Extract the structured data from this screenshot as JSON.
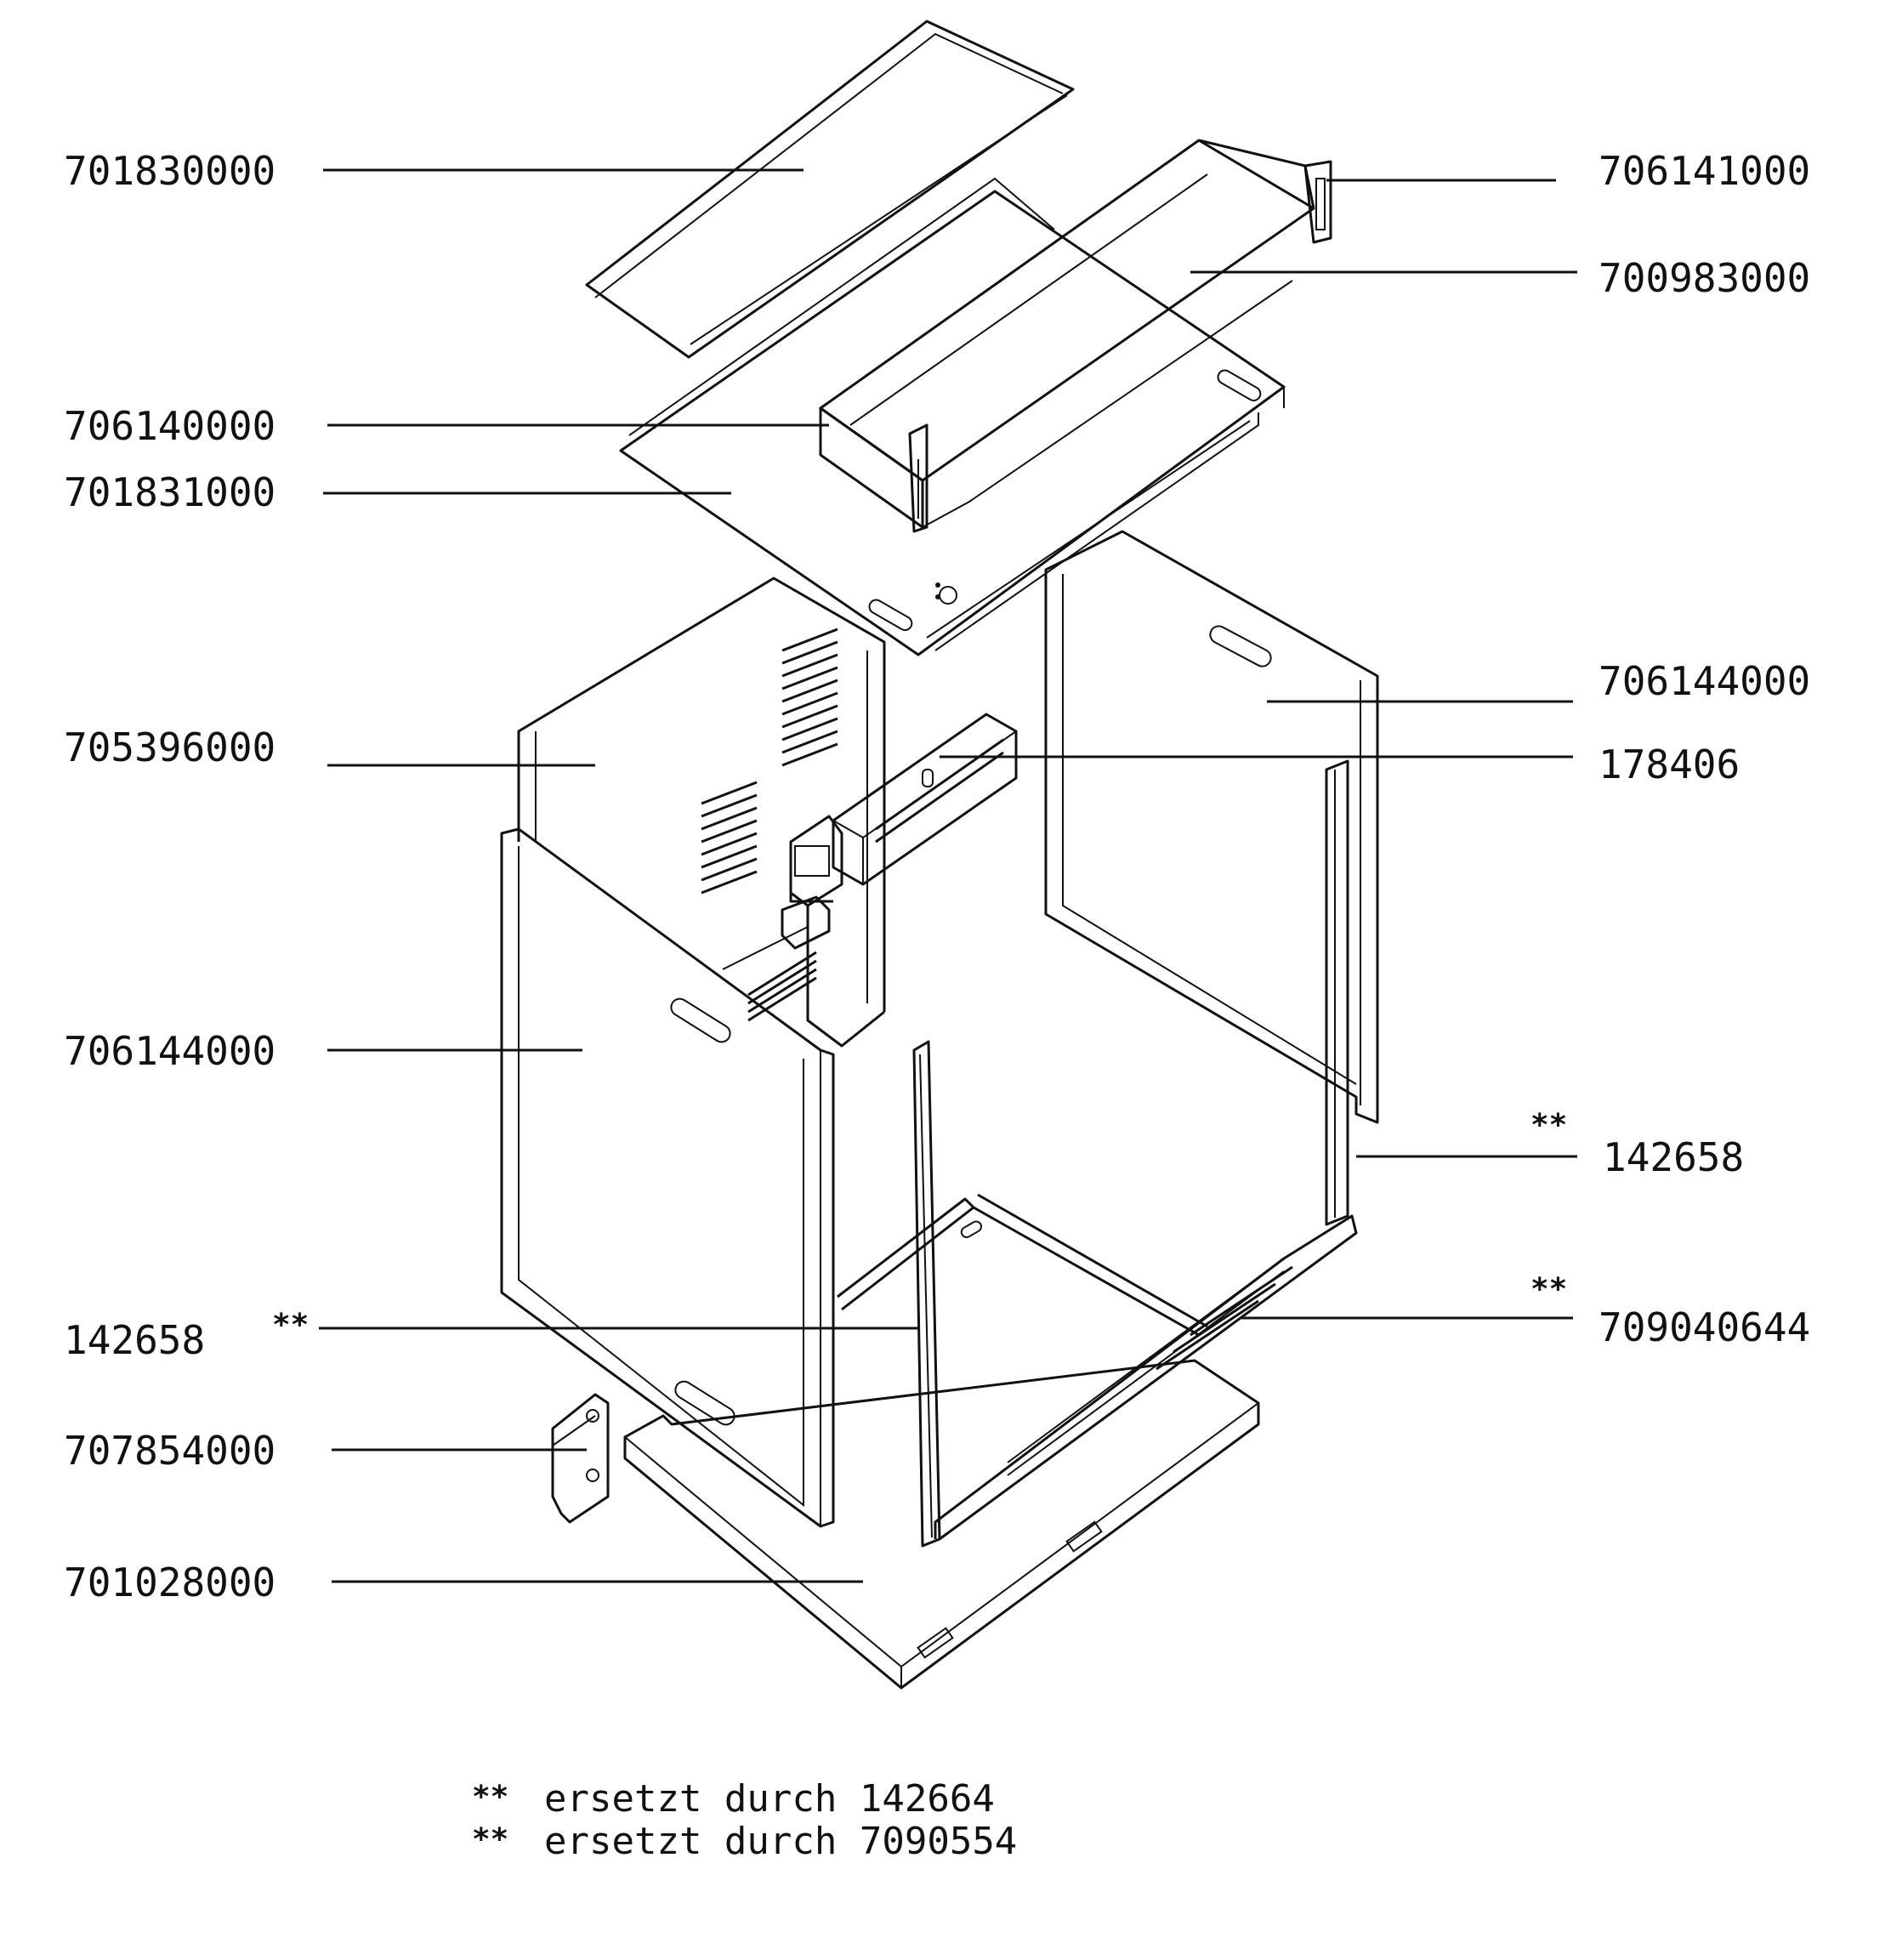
{
  "labels": {
    "top_cover": "701830000",
    "top_tray": "706141000",
    "tray_bracket": "700983000",
    "fan_housing": "706140000",
    "top_panel": "701831000",
    "right_side_panel": "706144000",
    "fan_motor": "178406",
    "back_panel": "705396000",
    "left_side_panel": "706144000",
    "seal_right": "142658",
    "rail_right": "709040644",
    "seal_front": "142658",
    "hinge_bracket": "707854000",
    "bottom_panel": "701028000"
  },
  "markers": {
    "seal_right": "**",
    "rail_right": "**",
    "seal_front": "**"
  },
  "notes": [
    {
      "stars": "**",
      "text": "ersetzt durch 142664"
    },
    {
      "stars": "**",
      "text": "ersetzt durch 7090554"
    }
  ]
}
